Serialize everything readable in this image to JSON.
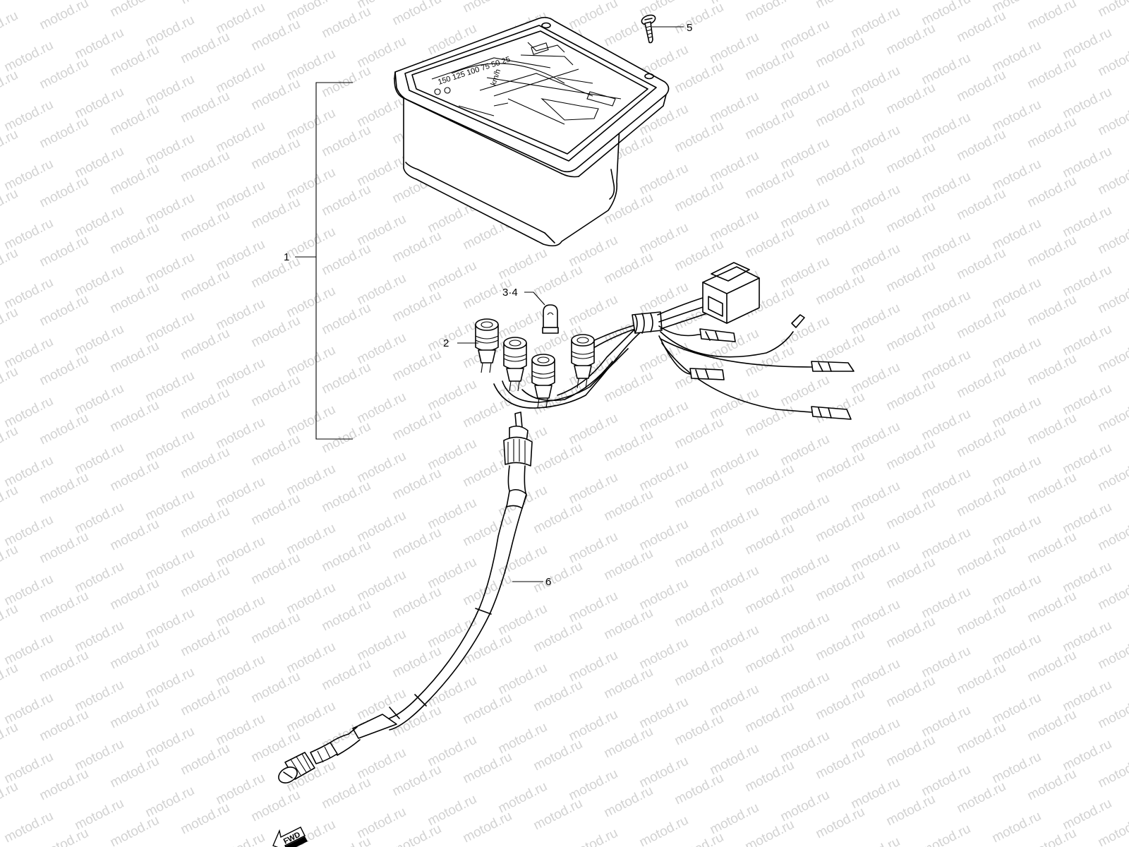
{
  "diagram": {
    "watermark": "motod.ru",
    "callouts": [
      {
        "id": "1",
        "label": "1"
      },
      {
        "id": "2",
        "label": "2"
      },
      {
        "id": "3-4",
        "label": "3·4"
      },
      {
        "id": "5",
        "label": "5"
      },
      {
        "id": "6",
        "label": "6"
      }
    ],
    "direction_marker": "FWD",
    "dial_text": {
      "unit": "km/h",
      "numbers": "150 125 100 75 50 25"
    }
  }
}
